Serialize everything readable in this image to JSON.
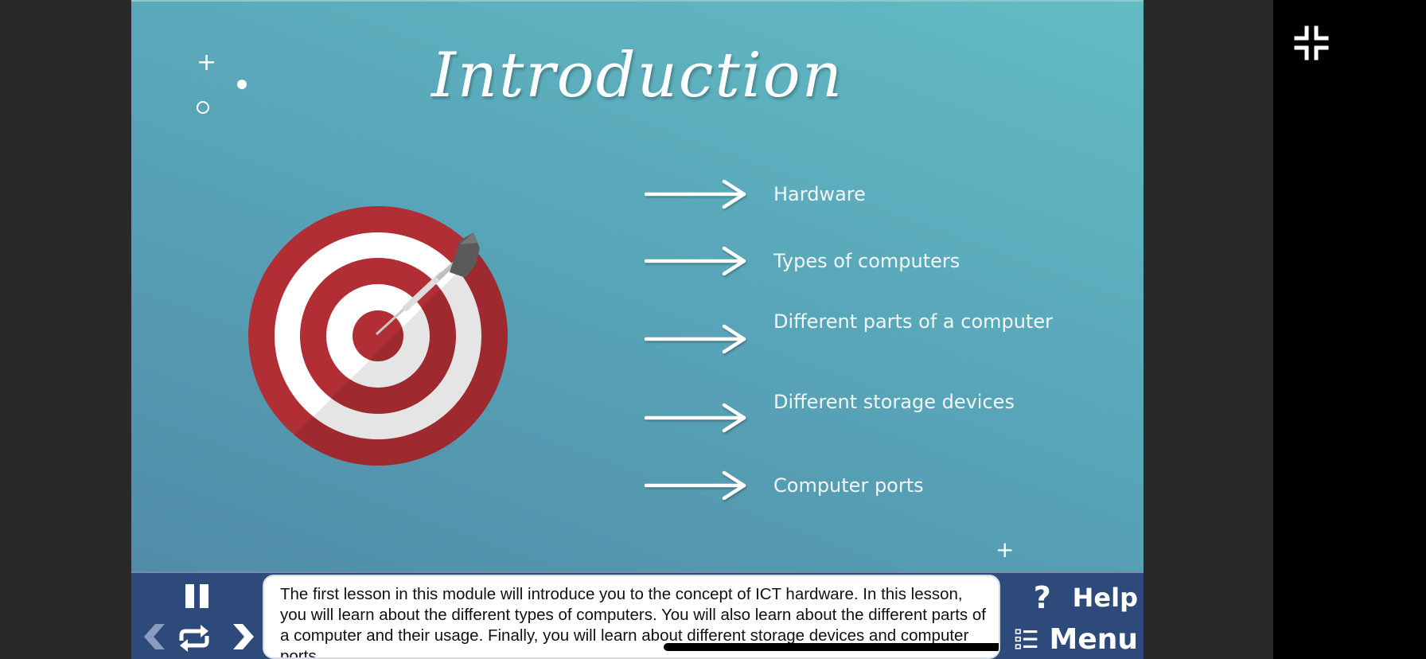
{
  "slide": {
    "title": "Introduction",
    "topics": [
      {
        "label": "Hardware"
      },
      {
        "label": "Types of computers"
      },
      {
        "label": "Different parts of a computer"
      },
      {
        "label": "Different storage devices"
      },
      {
        "label": "Computer ports"
      }
    ],
    "image": "target-with-dart"
  },
  "player": {
    "pause_icon": "pause-icon",
    "prev_icon": "chevron-left-icon",
    "replay_icon": "loop-icon",
    "next_icon": "chevron-right-icon",
    "narration": "The first lesson in this module will introduce you to the concept of ICT hardware. In this lesson, you will learn about the different types of computers. You will also learn about the different parts of a computer and their usage. Finally, you will learn about different storage devices and computer ports.",
    "help_label": "Help",
    "help_icon": "?",
    "menu_label": "Menu"
  },
  "window": {
    "exit_fullscreen_icon": "exit-fullscreen-icon"
  },
  "colors": {
    "slide_bg_top": "#63bcc3",
    "slide_bg_bottom": "#508ca8",
    "control_bar": "#2d4a7a",
    "target_red": "#b02e34",
    "gutter": "#292929"
  }
}
